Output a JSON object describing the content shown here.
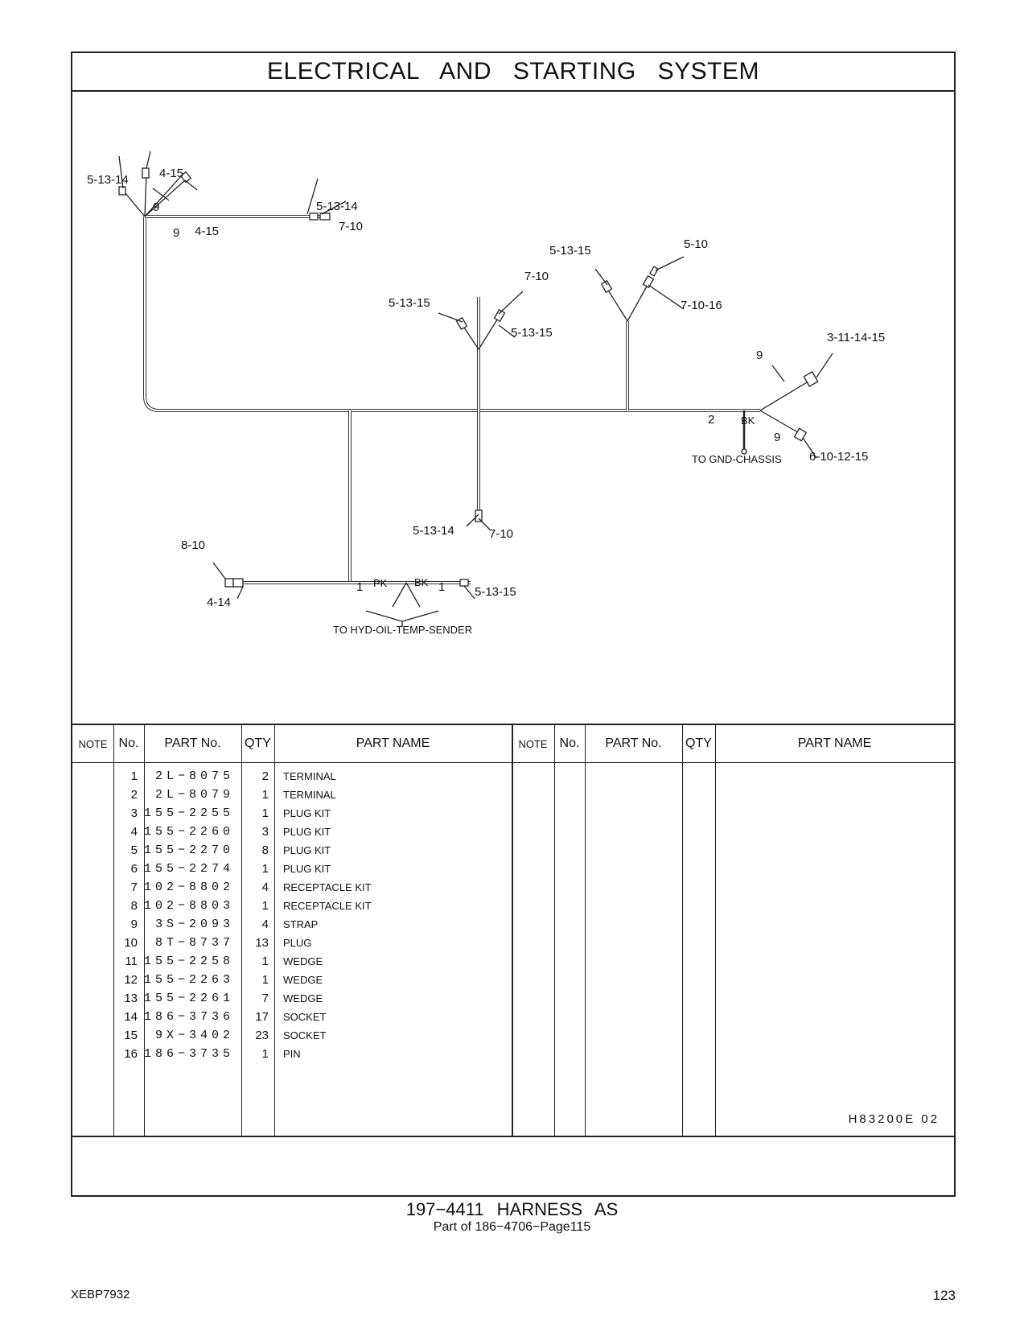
{
  "header": {
    "title": "ELECTRICAL AND STARTING SYSTEM"
  },
  "diagram_labels": {
    "l1": "5-13-14",
    "l2": "4-15",
    "l3": "9",
    "l4": "9",
    "l5": "4-15",
    "l6": "5-13-14",
    "l7": "7-10",
    "l8": "5-13-15",
    "l9": "5-10",
    "l10": "7-10",
    "l11": "5-13-15",
    "l12": "7-10-16",
    "l13": "5-13-15",
    "l14": "3-11-14-15",
    "l15": "9",
    "l16": "2",
    "l17": "BK",
    "l18": "9",
    "l19": "TO GND-CHASSIS",
    "l20": "6-10-12-15",
    "l21": "5-13-14",
    "l22": "7-10",
    "l23": "8-10",
    "l24": "4-14",
    "l25": "1",
    "l26": "PK",
    "l27": "BK",
    "l28": "1",
    "l29": "5-13-15",
    "l30": "TO HYD-OIL-TEMP-SENDER"
  },
  "table": {
    "headers": {
      "note": "NOTE",
      "no": "No.",
      "part_no": "PART No.",
      "qty": "QTY",
      "part_name": "PART NAME"
    },
    "rows": [
      {
        "no": "1",
        "part_no": "2L−8075",
        "qty": "2",
        "name": "TERMINAL"
      },
      {
        "no": "2",
        "part_no": "2L−8079",
        "qty": "1",
        "name": "TERMINAL"
      },
      {
        "no": "3",
        "part_no": "155−2255",
        "qty": "1",
        "name": "PLUG  KIT"
      },
      {
        "no": "4",
        "part_no": "155−2260",
        "qty": "3",
        "name": "PLUG  KIT"
      },
      {
        "no": "5",
        "part_no": "155−2270",
        "qty": "8",
        "name": "PLUG  KIT"
      },
      {
        "no": "6",
        "part_no": "155−2274",
        "qty": "1",
        "name": "PLUG  KIT"
      },
      {
        "no": "7",
        "part_no": "102−8802",
        "qty": "4",
        "name": "RECEPTACLE  KIT"
      },
      {
        "no": "8",
        "part_no": "102−8803",
        "qty": "1",
        "name": "RECEPTACLE  KIT"
      },
      {
        "no": "9",
        "part_no": "3S−2093",
        "qty": "4",
        "name": "STRAP"
      },
      {
        "no": "10",
        "part_no": "8T−8737",
        "qty": "13",
        "name": "PLUG"
      },
      {
        "no": "11",
        "part_no": "155−2258",
        "qty": "1",
        "name": "WEDGE"
      },
      {
        "no": "12",
        "part_no": "155−2263",
        "qty": "1",
        "name": "WEDGE"
      },
      {
        "no": "13",
        "part_no": "155−2261",
        "qty": "7",
        "name": "WEDGE"
      },
      {
        "no": "14",
        "part_no": "186−3736",
        "qty": "17",
        "name": "SOCKET"
      },
      {
        "no": "15",
        "part_no": "9X−3402",
        "qty": "23",
        "name": "SOCKET"
      },
      {
        "no": "16",
        "part_no": "186−3735",
        "qty": "1",
        "name": "PIN"
      }
    ]
  },
  "footer": {
    "code": "H83200E   02",
    "caption": "197−4411  HARNESS  AS",
    "subcaption": "Part of 186−4706−Page115",
    "doc_id": "XEBP7932",
    "page_number": "123"
  }
}
